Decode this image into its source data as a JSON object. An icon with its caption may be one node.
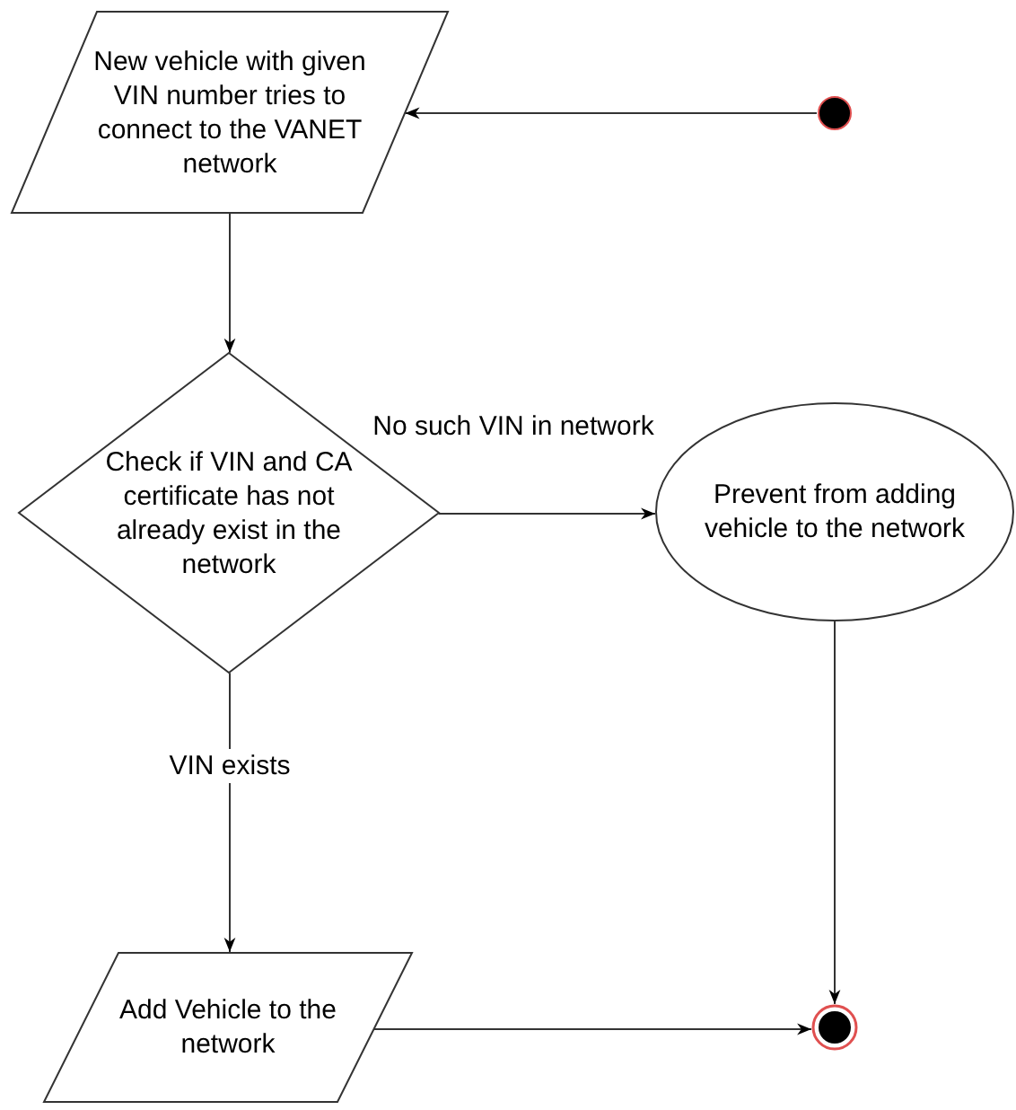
{
  "diagram": {
    "nodes": [
      {
        "text": [
          "New vehicle with given VIN number tries to connect to the VANET network"
        ]
      },
      {
        "text": [],
        "shape": "circle"
      },
      {
        "text": [
          "Check if VIN and CA certificate has not already exist in the network"
        ]
      },
      {
        "text": [
          "Prevent from adding vehicle to the network"
        ]
      },
      {
        "text": [
          "Add Vehicle to the network"
        ]
      },
      {
        "text": [],
        "shape": "circle"
      }
    ],
    "edges": [
      {
        "from": 1,
        "to": 0,
        "arrow": "to"
      },
      {
        "from": 0,
        "to": 2,
        "arrow": "to"
      },
      {
        "from": 2,
        "to": 3,
        "arrow": "to",
        "label": "No such VIN in network"
      },
      {
        "from": 2,
        "to": 4,
        "arrow": "to",
        "label": "VIN exists"
      },
      {
        "from": 3,
        "to": 5,
        "arrow": "to"
      },
      {
        "from": 4,
        "to": 5,
        "arrow": "to"
      }
    ]
  }
}
